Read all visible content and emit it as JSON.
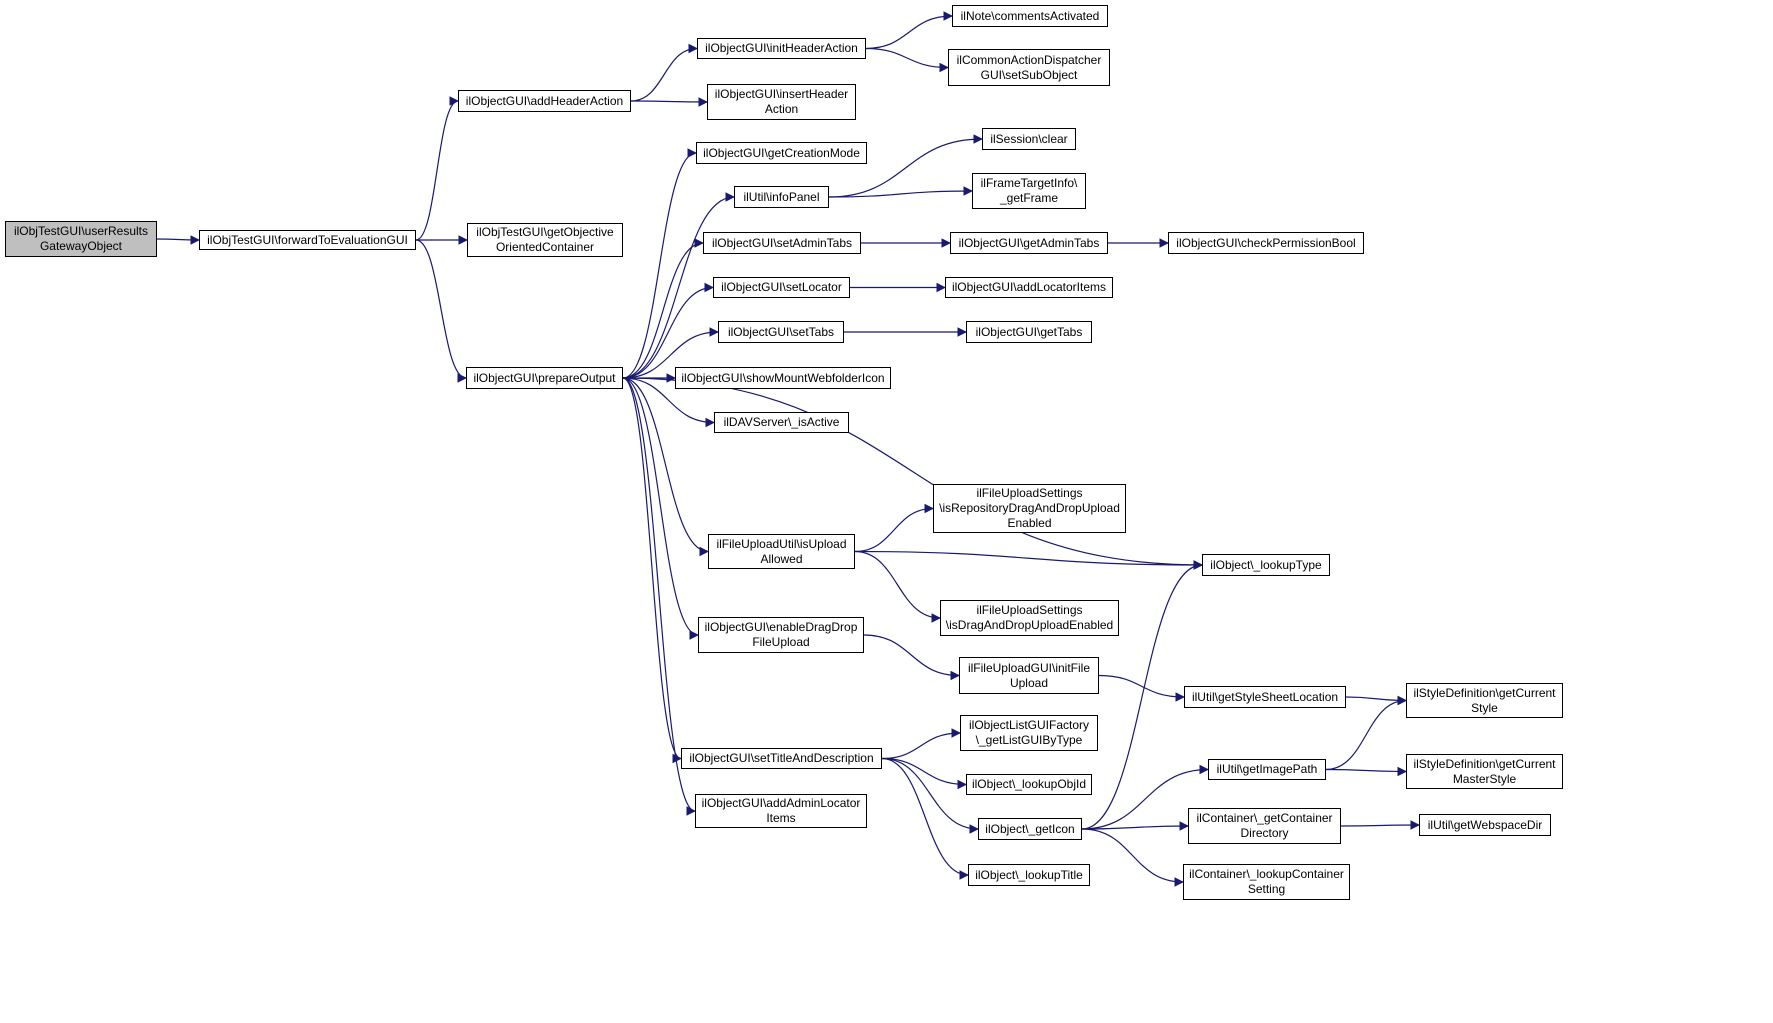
{
  "colors": {
    "edge": "#191970",
    "root_fill": "#bfbfbf",
    "node_fill": "#ffffff",
    "border": "#000000"
  },
  "nodes": {
    "n01": "ilObjTestGUI\\userResults\nGatewayObject",
    "n02": "ilObjTestGUI\\forwardToEvaluationGUI",
    "n03": "ilObjectGUI\\addHeaderAction",
    "n04": "ilObjTestGUI\\getObjective\nOrientedContainer",
    "n05": "ilObjectGUI\\prepareOutput",
    "n06": "ilObjectGUI\\initHeaderAction",
    "n07": "ilObjectGUI\\insertHeader\nAction",
    "n08": "ilNote\\commentsActivated",
    "n09": "ilCommonActionDispatcher\nGUI\\setSubObject",
    "n10": "ilObjectGUI\\getCreationMode",
    "n11": "ilUtil\\infoPanel",
    "n12": "ilObjectGUI\\setAdminTabs",
    "n13": "ilObjectGUI\\setLocator",
    "n14": "ilObjectGUI\\setTabs",
    "n15": "ilObjectGUI\\showMountWebfolderIcon",
    "n16": "ilDAVServer\\_isActive",
    "n17": "ilFileUploadUtil\\isUpload\nAllowed",
    "n18": "ilObjectGUI\\enableDragDrop\nFileUpload",
    "n19": "ilObjectGUI\\setTitleAndDescription",
    "n20": "ilObjectGUI\\addAdminLocator\nItems",
    "n21": "ilSession\\clear",
    "n22": "ilFrameTargetInfo\\\n_getFrame",
    "n23": "ilObjectGUI\\getAdminTabs",
    "n24": "ilObjectGUI\\checkPermissionBool",
    "n25": "ilObjectGUI\\addLocatorItems",
    "n26": "ilObjectGUI\\getTabs",
    "n27": "ilFileUploadSettings\n\\isRepositoryDragAndDropUpload\nEnabled",
    "n28": "ilObject\\_lookupType",
    "n29": "ilFileUploadSettings\n\\isDragAndDropUploadEnabled",
    "n30": "ilFileUploadGUI\\initFile\nUpload",
    "n31": "ilUtil\\getStyleSheetLocation",
    "n32": "ilStyleDefinition\\getCurrent\nStyle",
    "n33": "ilObjectListGUIFactory\n\\_getListGUIByType",
    "n34": "ilObject\\_lookupObjId",
    "n35": "ilUtil\\getImagePath",
    "n36": "ilStyleDefinition\\getCurrent\nMasterStyle",
    "n37": "ilObject\\_getIcon",
    "n38": "ilContainer\\_getContainer\nDirectory",
    "n39": "ilUtil\\getWebspaceDir",
    "n40": "ilObject\\_lookupTitle",
    "n41": "ilContainer\\_lookupContainer\nSetting"
  },
  "edges": [
    [
      "n01",
      "n02"
    ],
    [
      "n02",
      "n03"
    ],
    [
      "n02",
      "n04"
    ],
    [
      "n02",
      "n05"
    ],
    [
      "n03",
      "n06"
    ],
    [
      "n03",
      "n07"
    ],
    [
      "n06",
      "n08"
    ],
    [
      "n06",
      "n09"
    ],
    [
      "n05",
      "n10"
    ],
    [
      "n05",
      "n11"
    ],
    [
      "n05",
      "n12"
    ],
    [
      "n05",
      "n13"
    ],
    [
      "n05",
      "n14"
    ],
    [
      "n05",
      "n15"
    ],
    [
      "n05",
      "n16"
    ],
    [
      "n05",
      "n28"
    ],
    [
      "n05",
      "n17"
    ],
    [
      "n05",
      "n18"
    ],
    [
      "n05",
      "n19"
    ],
    [
      "n05",
      "n20"
    ],
    [
      "n11",
      "n21"
    ],
    [
      "n11",
      "n22"
    ],
    [
      "n12",
      "n23"
    ],
    [
      "n23",
      "n24"
    ],
    [
      "n13",
      "n25"
    ],
    [
      "n14",
      "n26"
    ],
    [
      "n17",
      "n27"
    ],
    [
      "n17",
      "n28"
    ],
    [
      "n17",
      "n29"
    ],
    [
      "n18",
      "n30"
    ],
    [
      "n30",
      "n31"
    ],
    [
      "n31",
      "n32"
    ],
    [
      "n19",
      "n33"
    ],
    [
      "n19",
      "n34"
    ],
    [
      "n19",
      "n37"
    ],
    [
      "n19",
      "n40"
    ],
    [
      "n35",
      "n32"
    ],
    [
      "n35",
      "n36"
    ],
    [
      "n37",
      "n35"
    ],
    [
      "n37",
      "n28"
    ],
    [
      "n37",
      "n38"
    ],
    [
      "n37",
      "n41"
    ],
    [
      "n38",
      "n39"
    ]
  ]
}
